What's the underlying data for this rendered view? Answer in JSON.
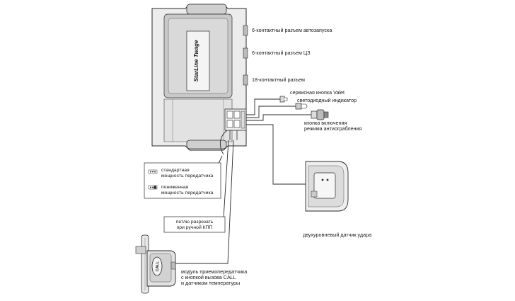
{
  "main_unit": {
    "label": "StarLine Twage"
  },
  "connectors": {
    "autostart_6pin": "6-контактный разъем автозапуска",
    "central_lock_6pin": "6-контактный разъем ЦЗ",
    "main_18pin": "18-контактный разъем"
  },
  "peripherals": {
    "valet_button": "сервисная кнопка Valet",
    "led_indicator": "светодиодный индикатор",
    "immobilizer_button_line1": "кнопка включения",
    "immobilizer_button_line2": "режима антиограбления"
  },
  "jumper_legend": {
    "standard_line1": "стандартная",
    "standard_line2": "мощность передатчика",
    "reduced_line1": "пониженная",
    "reduced_line2": "мощность передатчика"
  },
  "loop_note": {
    "line1": "петлю разрезать",
    "line2": "при ручной КПП"
  },
  "shock_sensor": {
    "label": "двухуровневый датчик удара"
  },
  "transceiver": {
    "button_label": "CALL",
    "line1": "модуль приемопередатчика",
    "line2": "с кнопкой вызова CALL",
    "line3": "и датчиком температуры"
  },
  "colors": {
    "line": "#2a2a2a",
    "body_fill": "#e8e8e8",
    "body_dark": "#b9b9b9"
  }
}
